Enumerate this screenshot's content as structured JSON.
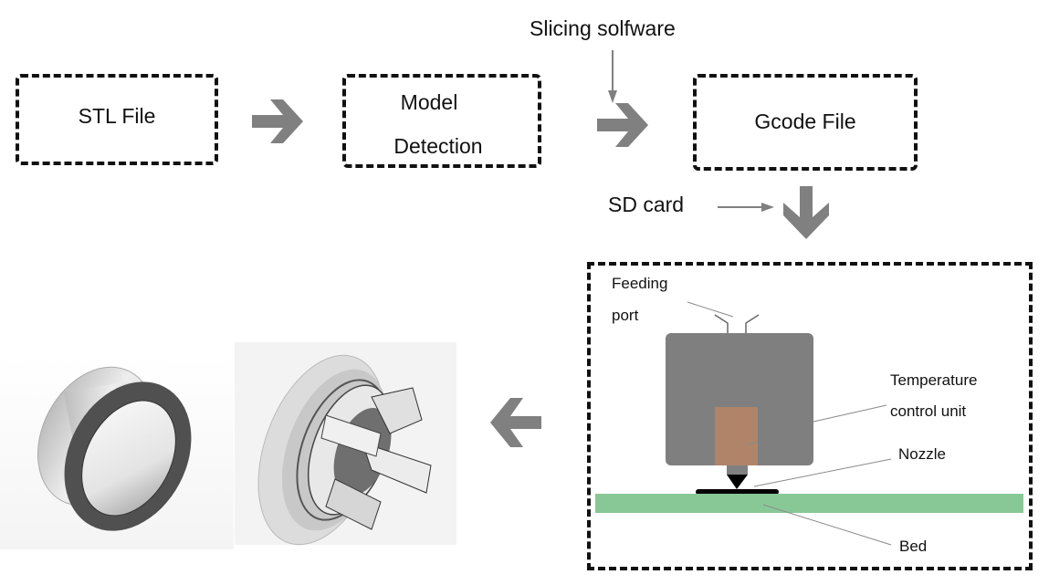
{
  "flow": {
    "stl_box": {
      "label": "STL File"
    },
    "model_box": {
      "line1": "Model",
      "line2": "Detection"
    },
    "gcode_box": {
      "label": "Gcode File"
    },
    "slicing_label": "Slicing solfware",
    "sd_label": "SD card"
  },
  "printer": {
    "labels": {
      "feeding_line1": "Feeding",
      "feeding_line2": "port",
      "temp_line1": "Temperature",
      "temp_line2": "control unit",
      "nozzle": "Nozzle",
      "bed": "Bed"
    },
    "colors": {
      "body": "#7f7f7f",
      "heater": "#b08468",
      "bed": "#88c897",
      "nozzle": "#000000",
      "leader": "#8a8a8a"
    }
  },
  "arrows": {
    "color": "#808080",
    "items": [
      "right",
      "right",
      "down",
      "left"
    ]
  },
  "images": [
    {
      "name": "printed-ring-part"
    },
    {
      "name": "printed-cap-part-with-supports"
    }
  ]
}
